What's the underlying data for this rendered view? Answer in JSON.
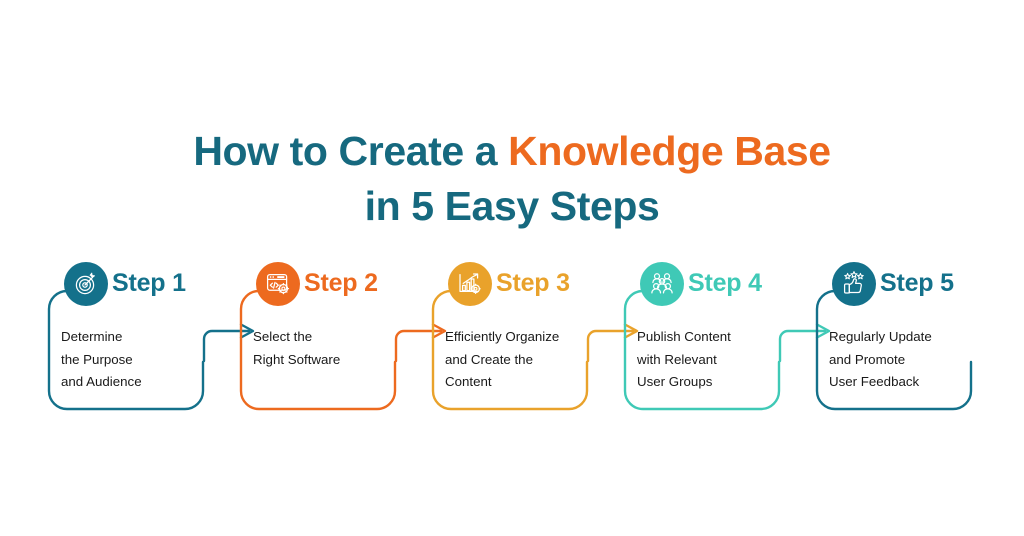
{
  "title": {
    "line1_part1": "How to Create a ",
    "line1_part2": "Knowledge Base",
    "line2": "in 5 Easy Steps",
    "color_dark": "#16697F",
    "color_accent": "#ED6A1F"
  },
  "steps": [
    {
      "label": "Step 1",
      "body": "Determine\nthe Purpose\nand Audience",
      "color": "#14718B",
      "icon": "target-icon",
      "has_outgoing_arrow": true
    },
    {
      "label": "Step 2",
      "body": "Select the\nRight Software",
      "color": "#ED6A1F",
      "icon": "software-window-gear-icon",
      "has_outgoing_arrow": true
    },
    {
      "label": "Step 3",
      "body": "Efficiently Organize\nand Create the\nContent",
      "color": "#E9A22B",
      "icon": "bar-chart-growth-icon",
      "has_outgoing_arrow": true
    },
    {
      "label": "Step 4",
      "body": "Publish Content\nwith Relevant\nUser Groups",
      "color": "#3FC9B6",
      "icon": "user-group-icon",
      "has_outgoing_arrow": true
    },
    {
      "label": "Step 5",
      "body": "Regularly Update\nand Promote\nUser Feedback",
      "color": "#14718B",
      "icon": "thumbs-up-stars-icon",
      "has_outgoing_arrow": false
    }
  ],
  "background_color": "#FFFFFF"
}
